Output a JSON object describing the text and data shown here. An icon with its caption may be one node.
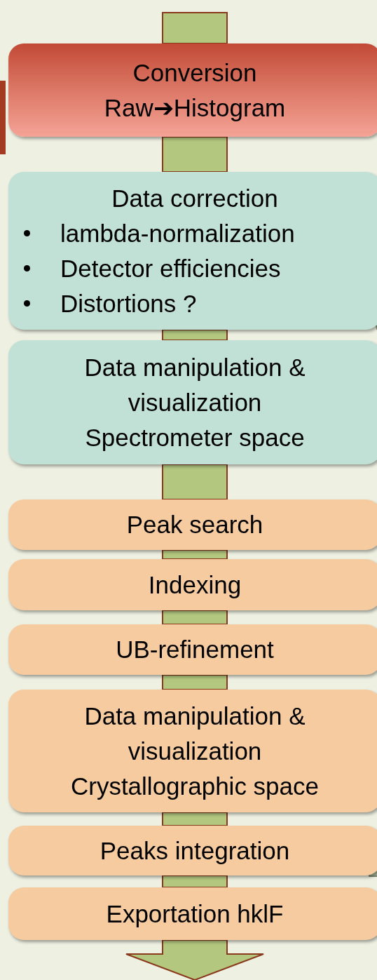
{
  "diagram": {
    "nodes": [
      {
        "text": [
          "Conversion",
          "Raw➔Histogram"
        ]
      },
      {
        "text": [
          "Data correction",
          "lambda-normalization",
          "Detector efficiencies",
          "Distortions ?"
        ]
      },
      {
        "text": [
          "Data manipulation & visualization",
          "Spectrometer space"
        ]
      },
      {
        "text": [
          "Peak search"
        ]
      },
      {
        "text": [
          "Indexing"
        ]
      },
      {
        "text": [
          "UB-refinement"
        ]
      },
      {
        "text": [
          "Data manipulation & visualization",
          "Crystallographic space"
        ]
      },
      {
        "text": [
          "Peaks integration"
        ]
      },
      {
        "text": [
          "Exportation hklF"
        ]
      }
    ],
    "edges": [
      {
        "from": null,
        "to": 0,
        "arrow": "none"
      },
      {
        "from": 0,
        "to": 1,
        "arrow": "none"
      },
      {
        "from": 1,
        "to": 2,
        "arrow": "none"
      },
      {
        "from": 2,
        "to": 3,
        "arrow": "none"
      },
      {
        "from": 3,
        "to": 4,
        "arrow": "none"
      },
      {
        "from": 4,
        "to": 5,
        "arrow": "none"
      },
      {
        "from": 5,
        "to": 6,
        "arrow": "none"
      },
      {
        "from": 6,
        "to": 7,
        "arrow": "none"
      },
      {
        "from": 7,
        "to": 8,
        "arrow": "none"
      },
      {
        "from": 8,
        "to": null,
        "arrow": "to"
      }
    ]
  }
}
